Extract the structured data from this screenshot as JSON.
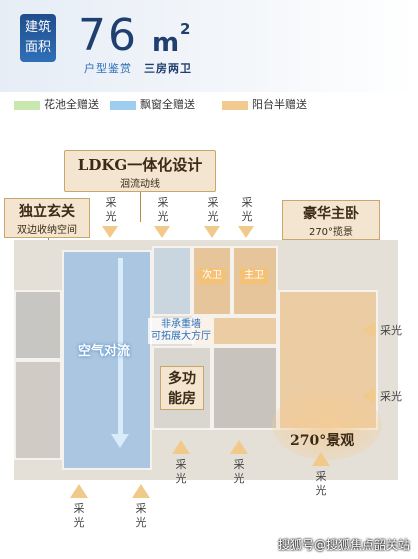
{
  "header": {
    "area_label_1": "建筑",
    "area_label_2": "面积",
    "area_value": "76",
    "area_unit": "m",
    "area_unit_sup": "2",
    "subtitle": "户型鉴赏",
    "layout": "三房两卫"
  },
  "legend": [
    {
      "label": "花池全赠送",
      "color": "#c9e8b0"
    },
    {
      "label": "飘窗全赠送",
      "color": "#9fcdf0"
    },
    {
      "label": "阳台半赠送",
      "color": "#f2c98e"
    }
  ],
  "callouts": {
    "ldkg_title": "LDKG一体化设计",
    "ldkg_sub": "洄流动线",
    "entry_title": "独立玄关",
    "entry_sub": "双边收纳空间",
    "master_title": "豪华主卧",
    "master_sub": "270°揽景",
    "air": "空气对流",
    "nonbearing_1": "非承重墙",
    "nonbearing_2": "可拓展大方厅",
    "multi_1": "多功",
    "multi_2": "能房",
    "view": "270°景观",
    "bath_2": "次卫",
    "bath_1": "主卫"
  },
  "light_label": "采光",
  "watermark": "搜狐号@搜狐焦点韶关站"
}
